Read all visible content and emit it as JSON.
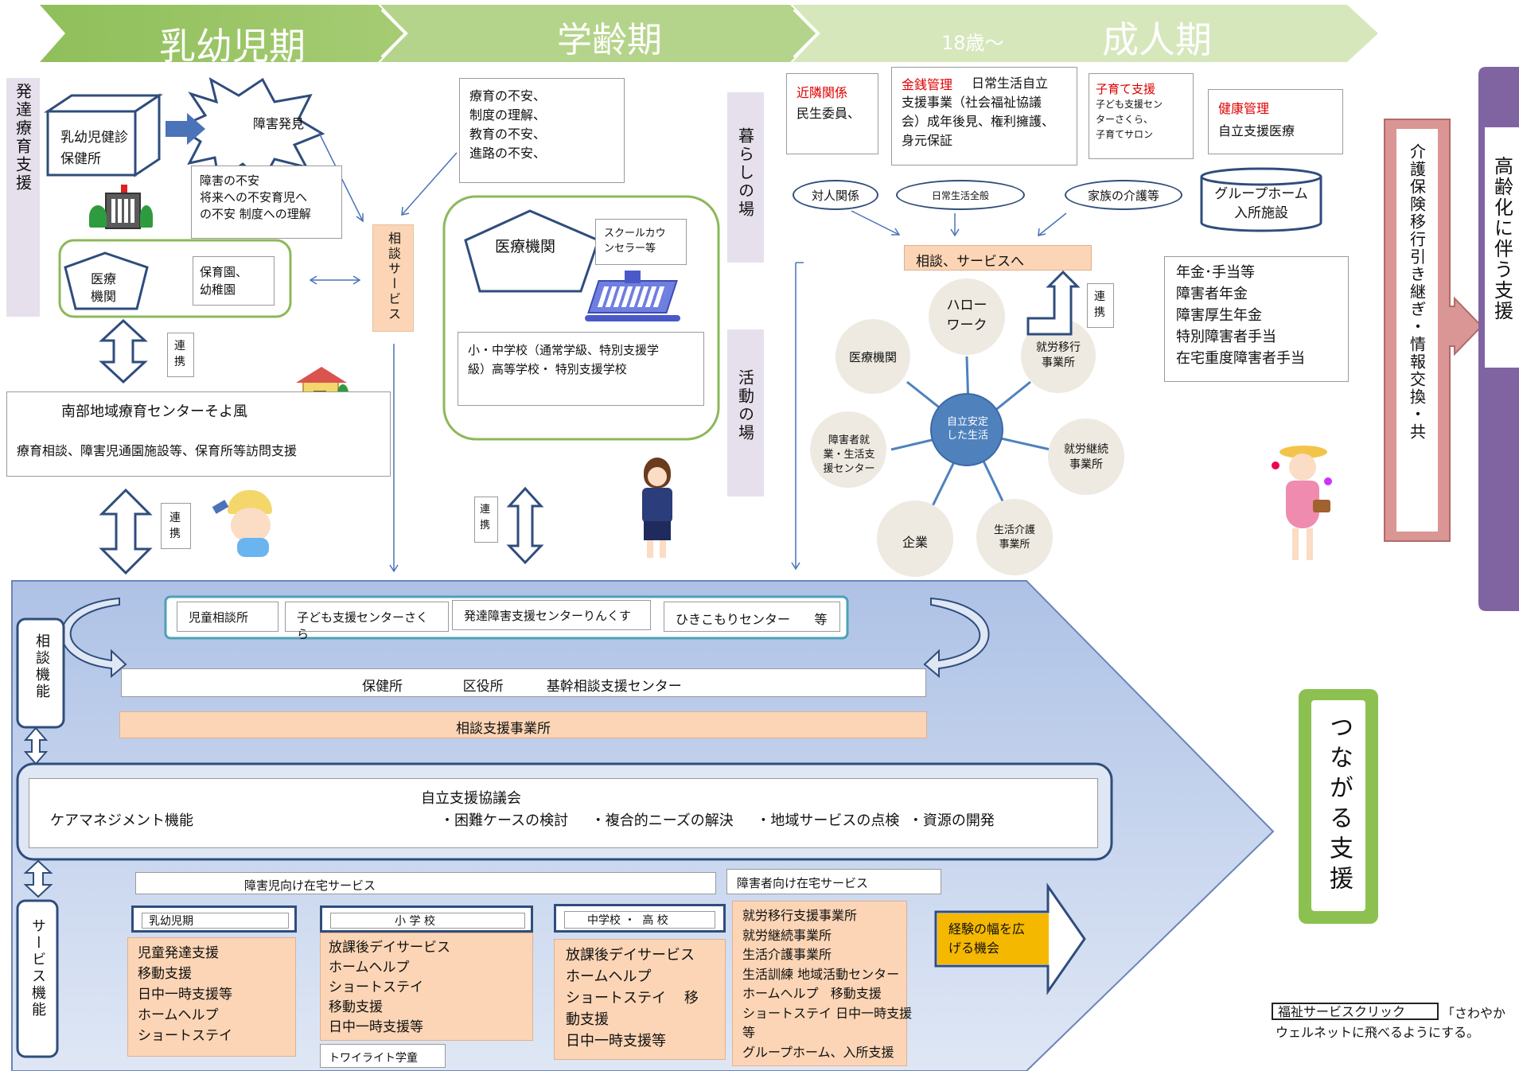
{
  "stages": {
    "infant": "乳幼児期",
    "school": "学齢期",
    "adult_age": "18歳～",
    "adult": "成人期"
  },
  "left": {
    "side_label": "発達療育支援",
    "checkup": "乳幼児健診\n保健所",
    "discovery": "障害発見",
    "worries": "障害の不安\n 将来への不安育児へ\nの不安  制度への理解",
    "medical": "医療\n機関",
    "nursery": "保育園、\n幼稚園",
    "renkei": "連\n携",
    "center_title": "南部地域療育センターそよ風",
    "center_desc": "療育相談、障害児通園施設等、保育所等訪問支援"
  },
  "middle": {
    "consult_service": "相談サービス",
    "school_worries": "療育の不安、\n制度の理解、\n教育の不安、\n進路の不安、",
    "medical": "医療機関",
    "counselor": "スクールカウ\nンセラー等",
    "schools": "小・中学校（通常学級、特別支援学\n級）高等学校・  特別支援学校",
    "life_place": "暮らしの場",
    "activity_place": "活動の場",
    "renkei": "連\n携"
  },
  "adult": {
    "neighbor_title": "近隣関係",
    "neighbor_body": "民生委員、",
    "money_title": "金銭管理",
    "money_body": "日常生活自立\n支援事業（社会福祉協議\n会）成年後見、権利擁護、\n身元保証",
    "child_title": "子育て支援",
    "child_body": "子ども支援セン\nターさくら、\n子育てサロン",
    "health_title": "健康管理",
    "health_body": "自立支援医療",
    "ellipse1": "対人関係",
    "ellipse2": "日常生活全般",
    "ellipse3": "家族の介護等",
    "group_home": "グループホーム\n入所施設",
    "to_service": "相談、サービスへ",
    "renkei": "連\n携",
    "center": "自立安定\nした生活",
    "hub_hello": "ハロー\nワーク",
    "hub_transition": "就労移行\n事業所",
    "hub_continue": "就労継続\n事業所",
    "hub_care": "生活介護\n事業所",
    "hub_company": "企業",
    "hub_support": "障害者就\n業・生活支\n援センター",
    "hub_medical": "医療機関",
    "pension": "年金･手当等\n障害者年金\n障害厚生年金\n特別障害者手当\n在宅重度障害者手当"
  },
  "right": {
    "care_insurance": "介護保険移行引き継ぎ・情報交換・共",
    "aging": "高齢化に伴う支援",
    "tsunagaru": "つながる支援",
    "link_label": "福祉サービスクリック",
    "link_note1": "「さわやか",
    "link_note2": "ウェルネットに飛べるようにする。"
  },
  "bottom": {
    "consult_func": "相談機能",
    "service_func": "サービス機能",
    "orgs": [
      "児童相談所",
      "子ども支援センターさくら",
      "発達障害支援センターりんくす",
      "ひきこもりセンター      等"
    ],
    "gov_row": "保健所              区役所          基幹相談支援センター",
    "consult_office": "相談支援事業所",
    "council_title": "自立支援協議会",
    "care_mgmt": "ケアマネジメント機能",
    "council_items": "・困難ケースの検討     ・複合的ニーズの解決     ・地域サービスの点検  ・資源の開発",
    "child_home_service": "障害児向け在宅サービス",
    "adult_home_service": "障害者向け在宅サービス",
    "infant_header": "乳幼児期",
    "elementary_header": "小 学 校",
    "juniorhigh_header": "中学校 ・  高 校",
    "infant_list": "児童発達支援\n移動支援\n日中一時支援等\nホームヘルプ\nショートステイ",
    "elementary_list": "放課後デイサービス\nホームヘルプ\nショートステイ\n移動支援\n日中一時支援等",
    "twilight": "トワイライト学童",
    "juniorhigh_list": "放課後デイサービス\nホームヘルプ\nショートステイ    移\n動支援\n日中一時支援等",
    "adult_list": "就労移行支援事業所\n就労継続事業所\n生活介護事業所\n生活訓練 地域活動センター\nホームヘルプ   移動支援\nショートステイ 日中一時支援\n等\nグループホーム、入所支援",
    "experience": "経験の幅を広\nげる機会"
  },
  "colors": {
    "stage_infant": "#8fbf5a",
    "stage_school": "#b5d48b",
    "stage_adult": "#d6e7bc",
    "peach": "#fbd5b5",
    "panel_blue": "#c5d4ee",
    "care_pink": "#d99694",
    "aging_purple": "#8064a2",
    "tsunagaru_green": "#8cc152",
    "experience_gold": "#f5b800",
    "hub_blue": "#4f81bd",
    "hub_circle": "#eeeae2"
  },
  "icons": [
    "building-icon",
    "house-icon",
    "school-icon",
    "baby-icon",
    "student-icon",
    "woman-icon",
    "explosion-icon"
  ]
}
